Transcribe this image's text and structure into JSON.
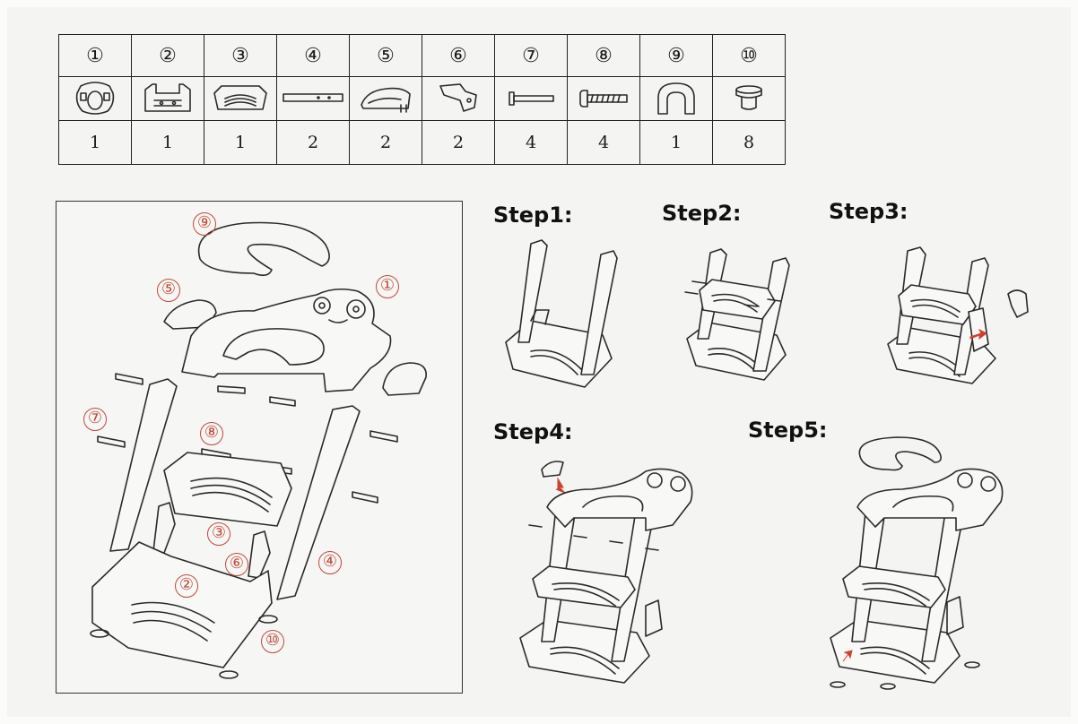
{
  "parts_table": {
    "numbers": [
      "①",
      "②",
      "③",
      "④",
      "⑤",
      "⑥",
      "⑦",
      "⑧",
      "⑨",
      "⑩"
    ],
    "parts": [
      "seat-ring",
      "seat-frame",
      "step-platform",
      "side-rail",
      "armrest-cover",
      "bracket",
      "pin",
      "screw",
      "cushion",
      "foot-pad"
    ],
    "quantities": [
      "1",
      "1",
      "1",
      "2",
      "2",
      "2",
      "4",
      "4",
      "1",
      "8"
    ]
  },
  "exploded_view": {
    "callouts": [
      "⑨",
      "⑤",
      "①",
      "⑦",
      "⑧",
      "③",
      "⑥",
      "②",
      "④",
      "⑩"
    ]
  },
  "steps": [
    {
      "title": "Step1:"
    },
    {
      "title": "Step2:"
    },
    {
      "title": "Step3:"
    },
    {
      "title": "Step4:"
    },
    {
      "title": "Step5:"
    }
  ],
  "colors": {
    "callout": "#c04a3a",
    "arrow": "#d0402f",
    "line": "#2a2a2a"
  }
}
